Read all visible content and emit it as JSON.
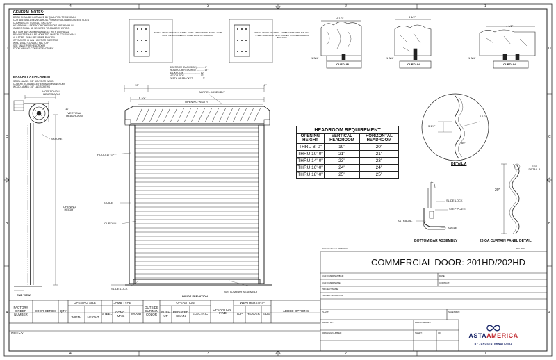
{
  "drawing": {
    "title": "COMMERCIAL DOOR: 201HD/202HD",
    "top_left_stamp": "DO NOT SCALE DRAWING",
    "top_right_stamp": "REV 2023",
    "border_numbers": [
      "4",
      "3",
      "2",
      "1"
    ],
    "border_letters": [
      "D",
      "C",
      "B",
      "A"
    ]
  },
  "general_notes": {
    "heading": "GENERAL NOTES:",
    "lines": [
      "DOOR SHALL BE INSTALLED BY QUALIFIED TECHNICIAN",
      "CURTAIN SHALL BE 26 GA ROLL FORMED GALVANIZED STEEL SLATS",
      "CLEARANCES: CONSULT FACTORY",
      "HEADROOM & SIDEROOM DIMENSIONS ARE MINIMUM",
      "GUIDES SHALL BE SECURED TO JAMBS AT 24\" O.C.",
      "BOTTOM BAR: ALUMINUM ANGLE WITH ASTRAGAL",
      "BRACKETS SHALL BE MOUNTED ON STRUCTURAL WALL",
      "ALL STEEL SHALL BE PRIME PAINTED",
      "OPERATOR: CHAIN HOIST OR ELECTRIC",
      "WIND LOAD: CONSULT FACTORY",
      "SEE TABLE FOR HEADROOM",
      "DOOR WEIGHT: CONSULT FACTORY"
    ]
  },
  "bracket_notes": {
    "heading": "BRACKET ATTACHMENT",
    "lines": [
      "STEEL JAMBS: 3/8\" BOLTS OR WELD",
      "CONCRETE JAMBS: 3/8\" EXPANSION ANCHORS",
      "WOOD JAMBS: 3/8\" LAG SCREWS"
    ]
  },
  "jamb_details": [
    {
      "caption": "INSTALLATION ON STEEL JAMBS: NOTE: STRUCTURAL STEEL JAMB MUST BE ATTACHED TO STEEL JAMB OF BUILDING"
    },
    {
      "caption": "INSTALLATION ON STEEL JAMBS: NOTE: STRUCTURAL STEEL JAMB MUST BE ATTACHED TO STEEL JAMB OF BUILDING"
    }
  ],
  "clearance_notes": [
    "SIDEROOM (EACH SIDE) ........... 4\"",
    "HEADROOM REQUIRED ............ 19\"",
    "BACKROOM .......................... 12\"",
    "MOTOR SIDE ........................ 12\"",
    "DEPTH OF BRACKET .............. 3\""
  ],
  "end_view": {
    "caption": "END VIEW",
    "labels": {
      "horizontal_headroom": "HORIZONTAL HEADROOM",
      "vertical_headroom": "VERTICAL HEADROOM",
      "bracket": "BRACKET",
      "opening_height": "OPENING HEIGHT",
      "dim_11": "11\"",
      "dim_3": "3\""
    }
  },
  "inside_elevation": {
    "caption": "INSIDE ELEVATION",
    "labels": {
      "barrel_assembly": "BARREL ASSEMBLY",
      "opening_width": "OPENING WIDTH",
      "hood": "HOOD 17 GP",
      "guide": "GUIDE",
      "curtain": "CURTAIN",
      "slide_lock": "SLIDE LOCK",
      "bottom_bar": "BOTTOM BAR ASSEMBLY",
      "dim_left": "10\"",
      "dim_mid": "6 1/2\"",
      "dim_right": "3\""
    }
  },
  "curtain_sections": [
    {
      "label": "CURTAIN",
      "dim_w": "4 1/2\"",
      "dim_h": "1 3/4\""
    },
    {
      "label": "CURTAIN",
      "dim_w": "3 1/2\"",
      "dim_h": "1 3/4\""
    },
    {
      "label": "CURTAIN",
      "dim_w": "4 1/2\"",
      "dim_h": "1 3/4\""
    }
  ],
  "headroom_table": {
    "title": "HEADROOM REQUIREMENT",
    "columns": [
      "OPENING HEIGHT",
      "VERTICAL HEADROOM",
      "HORIZONTAL HEADROOM"
    ],
    "rows": [
      [
        "THRU 8'-0\"",
        "19\"",
        "20\""
      ],
      [
        "THRU 10'-0\"",
        "21\"",
        "21\""
      ],
      [
        "THRU 14'-0\"",
        "23\"",
        "23\""
      ],
      [
        "THRU 16'-0\"",
        "24\"",
        "24\""
      ],
      [
        "THRU 18'-0\"",
        "25\"",
        "25\""
      ]
    ]
  },
  "detail_a": {
    "caption": "DETAIL A",
    "dims": [
      "2 1/2\"",
      "3 1/4\"",
      "60°"
    ]
  },
  "bottom_bar": {
    "caption": "BOTTOM BAR ASSEMBLY",
    "labels": {
      "slide_lock": "SLIDE LOCK",
      "step_plate": "STEP PLATE",
      "astragal": "ASTRAGAL",
      "angle": "ANGLE"
    }
  },
  "panel_detail": {
    "caption": "26 GA CURTAIN PANEL DETAIL",
    "see": "SEE DETAIL A",
    "dim": "20\""
  },
  "order_table": {
    "factory": "FACTORY ORDER NUMBER",
    "door_series": "DOOR SERIES",
    "qty": "QTY",
    "opening_size": "OPENING SIZE",
    "width": "WIDTH",
    "height": "HEIGHT",
    "jamb_type": "JAMB TYPE",
    "steel": "STEEL",
    "concrete": "CONC./ MAS.",
    "wood": "WOOD",
    "curtain_color": "OUTSIDE CURTAIN COLOR",
    "operation": "OPERATION",
    "push_up": "PUSH UP",
    "reduced_chain": "REDUCED CHAIN",
    "electric": "ELECTRIC",
    "operation_hand": "OPERATION HAND",
    "weatherstrip": "WEATHERSTRIP",
    "top": "TOP",
    "header": "HEADER",
    "side": "SIDE",
    "added_options": "ADDED OPTIONS",
    "notes": "NOTES:"
  },
  "title_block": {
    "customer_number": "CUSTOMER NUMBER:",
    "customer_name": "CUSTOMER NAME:",
    "project_name": "PROJECT NAME:",
    "project_location": "PROJECT LOCATION:",
    "plant": "PLANT:",
    "drawn_by": "DRAWN BY:",
    "drawing_number": "DRAWING NUMBER:",
    "date": "DATE:",
    "contact": "CONTACT:",
    "salesman": "SALESMAN:",
    "sheet": "SHEET:",
    "of": "OF:",
    "brand_stamp": "BRAND SERIES:"
  },
  "logo": {
    "name_a": "ASTA",
    "name_b": "AMERICA",
    "tagline": "BY JANUS INTERNATIONAL",
    "color_dark": "#1d2a6b",
    "color_red": "#c0272d"
  }
}
